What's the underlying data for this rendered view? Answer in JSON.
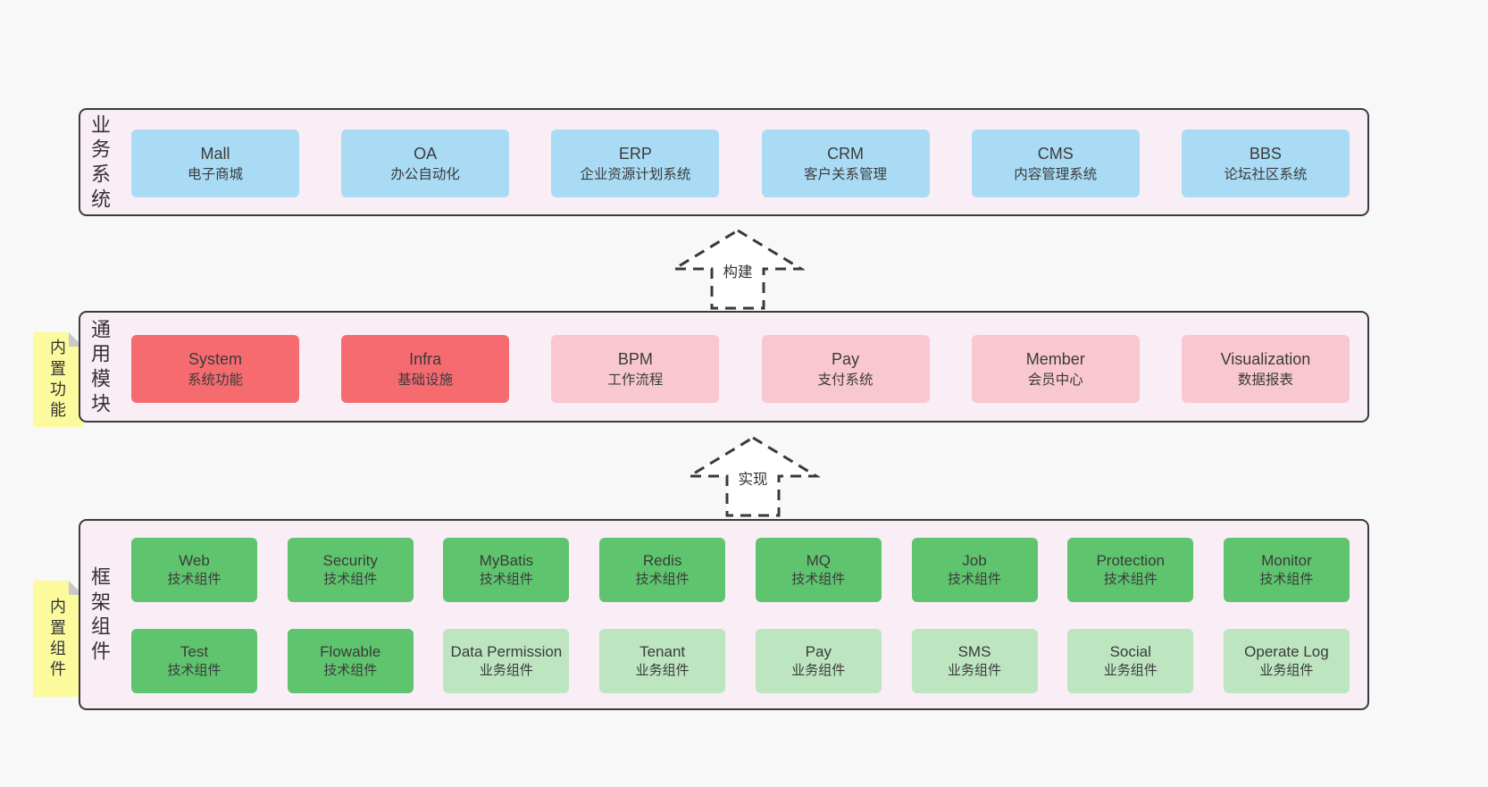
{
  "colors": {
    "page-bg": "#f8f8f8",
    "band-bg": "#f9edf6",
    "band-border": "#3b3b3b",
    "text": "#3b3b3b",
    "blue": "#a9dbf5",
    "red": "#f56b70",
    "pink": "#f9c7d0",
    "green": "#5fc46e",
    "lightgreen": "#bce5c0",
    "yellow": "#fbfb9e",
    "fold-gray": "#c9c9c9",
    "arrow-stroke": "#3a3a3a",
    "arrow-fill": "#ffffff"
  },
  "bands": {
    "business": {
      "label": "业务系统",
      "boxes": [
        {
          "name": "Mall",
          "desc": "电子商城",
          "variant": "blue"
        },
        {
          "name": "OA",
          "desc": "办公自动化",
          "variant": "blue"
        },
        {
          "name": "ERP",
          "desc": "企业资源计划系统",
          "variant": "blue"
        },
        {
          "name": "CRM",
          "desc": "客户关系管理",
          "variant": "blue"
        },
        {
          "name": "CMS",
          "desc": "内容管理系统",
          "variant": "blue"
        },
        {
          "name": "BBS",
          "desc": "论坛社区系统",
          "variant": "blue"
        }
      ]
    },
    "modules": {
      "label": "通用模块",
      "sticky": "内置功能",
      "boxes": [
        {
          "name": "System",
          "desc": "系统功能",
          "variant": "red"
        },
        {
          "name": "Infra",
          "desc": "基础设施",
          "variant": "red"
        },
        {
          "name": "BPM",
          "desc": "工作流程",
          "variant": "pink"
        },
        {
          "name": "Pay",
          "desc": "支付系统",
          "variant": "pink"
        },
        {
          "name": "Member",
          "desc": "会员中心",
          "variant": "pink"
        },
        {
          "name": "Visualization",
          "desc": "数据报表",
          "variant": "pink"
        }
      ]
    },
    "components": {
      "label": "框架组件",
      "sticky": "内置组件",
      "row1": [
        {
          "name": "Web",
          "desc": "技术组件",
          "variant": "green"
        },
        {
          "name": "Security",
          "desc": "技术组件",
          "variant": "green"
        },
        {
          "name": "MyBatis",
          "desc": "技术组件",
          "variant": "green"
        },
        {
          "name": "Redis",
          "desc": "技术组件",
          "variant": "green"
        },
        {
          "name": "MQ",
          "desc": "技术组件",
          "variant": "green"
        },
        {
          "name": "Job",
          "desc": "技术组件",
          "variant": "green"
        },
        {
          "name": "Protection",
          "desc": "技术组件",
          "variant": "green"
        },
        {
          "name": "Monitor",
          "desc": "技术组件",
          "variant": "green"
        }
      ],
      "row2": [
        {
          "name": "Test",
          "desc": "技术组件",
          "variant": "green"
        },
        {
          "name": "Flowable",
          "desc": "技术组件",
          "variant": "green"
        },
        {
          "name": "Data Permission",
          "desc": "业务组件",
          "variant": "lightgreen"
        },
        {
          "name": "Tenant",
          "desc": "业务组件",
          "variant": "lightgreen"
        },
        {
          "name": "Pay",
          "desc": "业务组件",
          "variant": "lightgreen"
        },
        {
          "name": "SMS",
          "desc": "业务组件",
          "variant": "lightgreen"
        },
        {
          "name": "Social",
          "desc": "业务组件",
          "variant": "lightgreen"
        },
        {
          "name": "Operate Log",
          "desc": "业务组件",
          "variant": "lightgreen"
        }
      ]
    }
  },
  "arrows": {
    "build": {
      "label": "构建"
    },
    "implement": {
      "label": "实现"
    }
  }
}
